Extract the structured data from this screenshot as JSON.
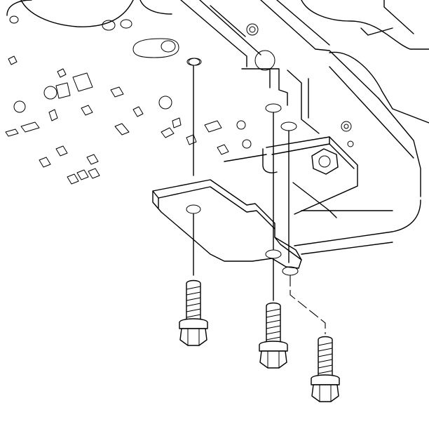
{
  "figure": {
    "type": "exploded-view line drawing",
    "colors": {
      "line": "#000000",
      "background": "#ffffff"
    },
    "parts": {
      "valve_body": "valve-body-casting",
      "bracket": "mounting-bracket",
      "bolts": [
        "bolt-left",
        "bolt-middle",
        "bolt-right"
      ]
    }
  }
}
